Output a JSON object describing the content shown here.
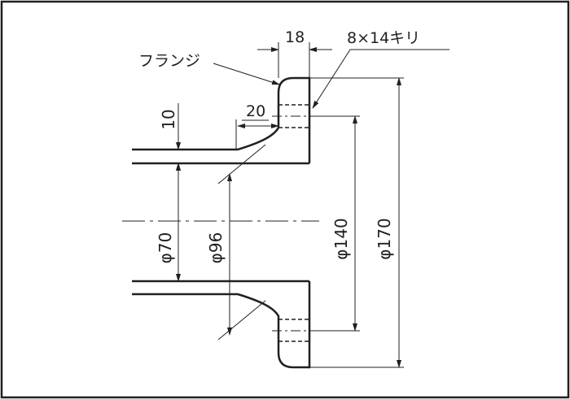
{
  "drawing": {
    "part_label": "フランジ",
    "bolt_hole_spec": "8×14キリ",
    "flange_thickness": "18",
    "hub_length": "20",
    "pipe_wall": "10",
    "pipe_inner_diameter": "φ70",
    "pipe_outer_diameter": "φ96",
    "bolt_circle_diameter": "φ140",
    "flange_outer_diameter": "φ170"
  },
  "colors": {
    "line": "#231f20",
    "background": "#ffffff"
  }
}
